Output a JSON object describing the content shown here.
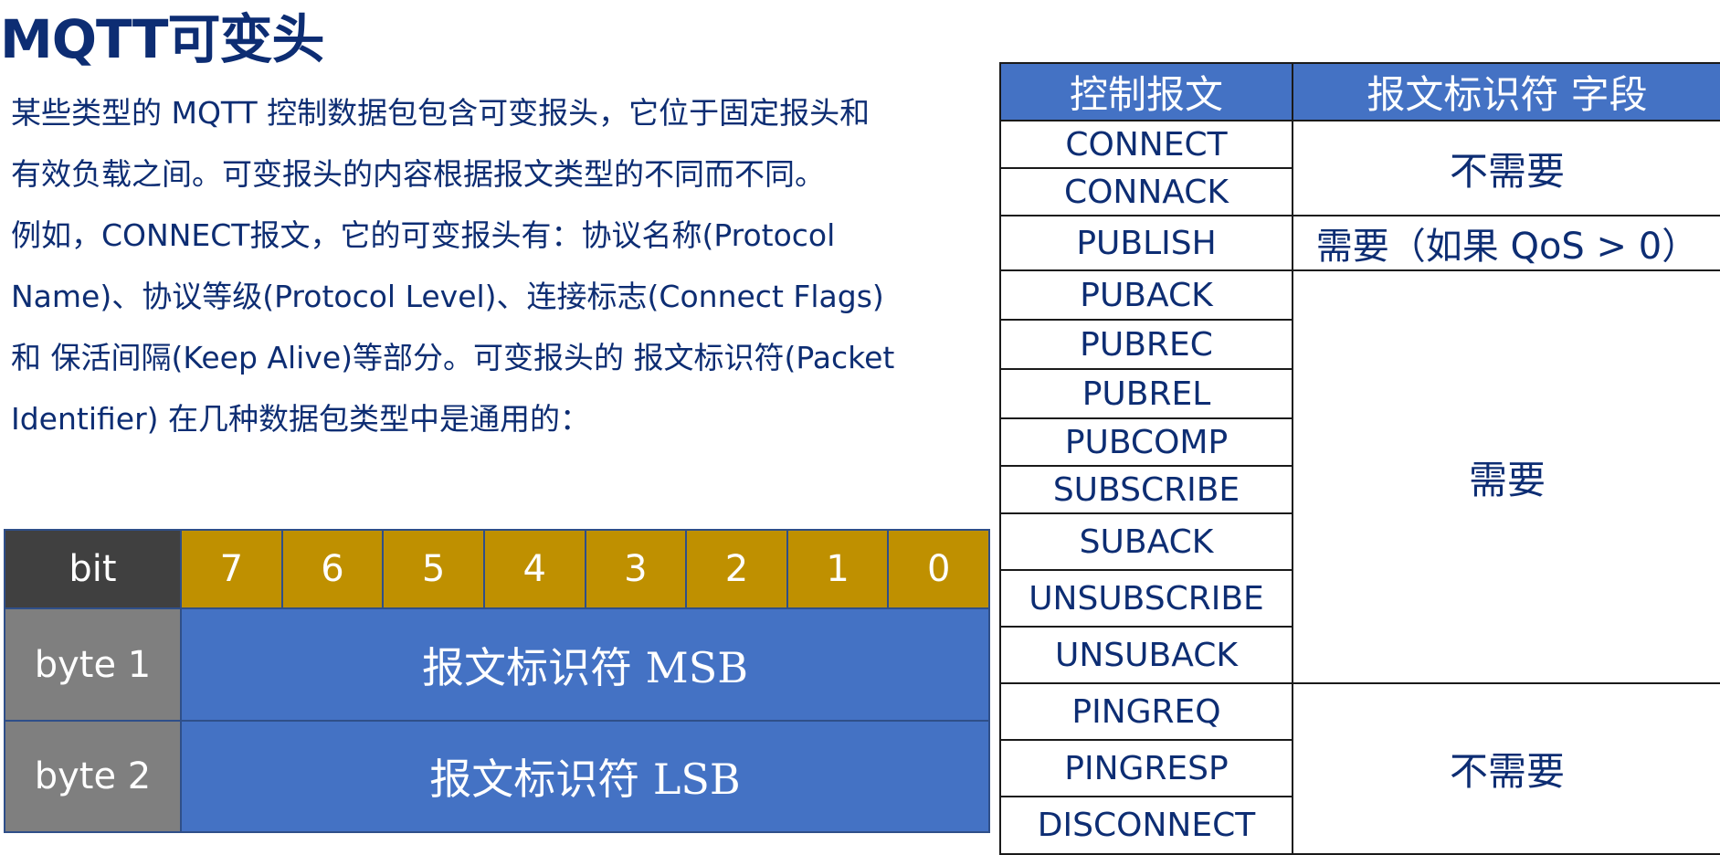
{
  "title": "MQTT可变头",
  "intro_lines": [
    "某些类型的 MQTT 控制数据包包含可变报头，它位于固定报头和",
    "有效负载之间。可变报头的内容根据报文类型的不同而不同。",
    "例如，CONNECT报文，它的可变报头有：协议名称(Protocol",
    "Name)、协议等级(Protocol Level)、连接标志(Connect Flags)",
    "和 保活间隔(Keep Alive)等部分。可变报头的 报文标识符(Packet",
    "Identifier) 在几种数据包类型中是通用的："
  ],
  "bit_table": {
    "header_label": "bit",
    "bits": [
      "7",
      "6",
      "5",
      "4",
      "3",
      "2",
      "1",
      "0"
    ],
    "rows": [
      {
        "label": "byte 1",
        "value": "报文标识符 MSB"
      },
      {
        "label": "byte 2",
        "value": "报文标识符 LSB"
      }
    ],
    "colors": {
      "header": "#404040",
      "bits": "#bf9000",
      "label": "#7f7f7f",
      "value": "#4472c4"
    }
  },
  "packet_table": {
    "headers": [
      "控制报文",
      "报文标识符  字段"
    ],
    "packets": [
      "CONNECT",
      "CONNACK",
      "PUBLISH",
      "PUBACK",
      "PUBREC",
      "PUBREL",
      "PUBCOMP",
      "SUBSCRIBE",
      "SUBACK",
      "UNSUBSCRIBE",
      "UNSUBACK",
      "PINGREQ",
      "PINGRESP",
      "DISCONNECT"
    ],
    "requirements": [
      {
        "text": "不需要",
        "rows": "CONNECT–CONNACK"
      },
      {
        "text": "需要（如果 QoS > 0）",
        "rows": "PUBLISH"
      },
      {
        "text": "需要",
        "rows": "PUBACK–UNSUBACK"
      },
      {
        "text": "不需要",
        "rows": "PINGREQ–DISCONNECT"
      }
    ],
    "header_color": "#4472c4",
    "text_color": "#0d2d73"
  }
}
